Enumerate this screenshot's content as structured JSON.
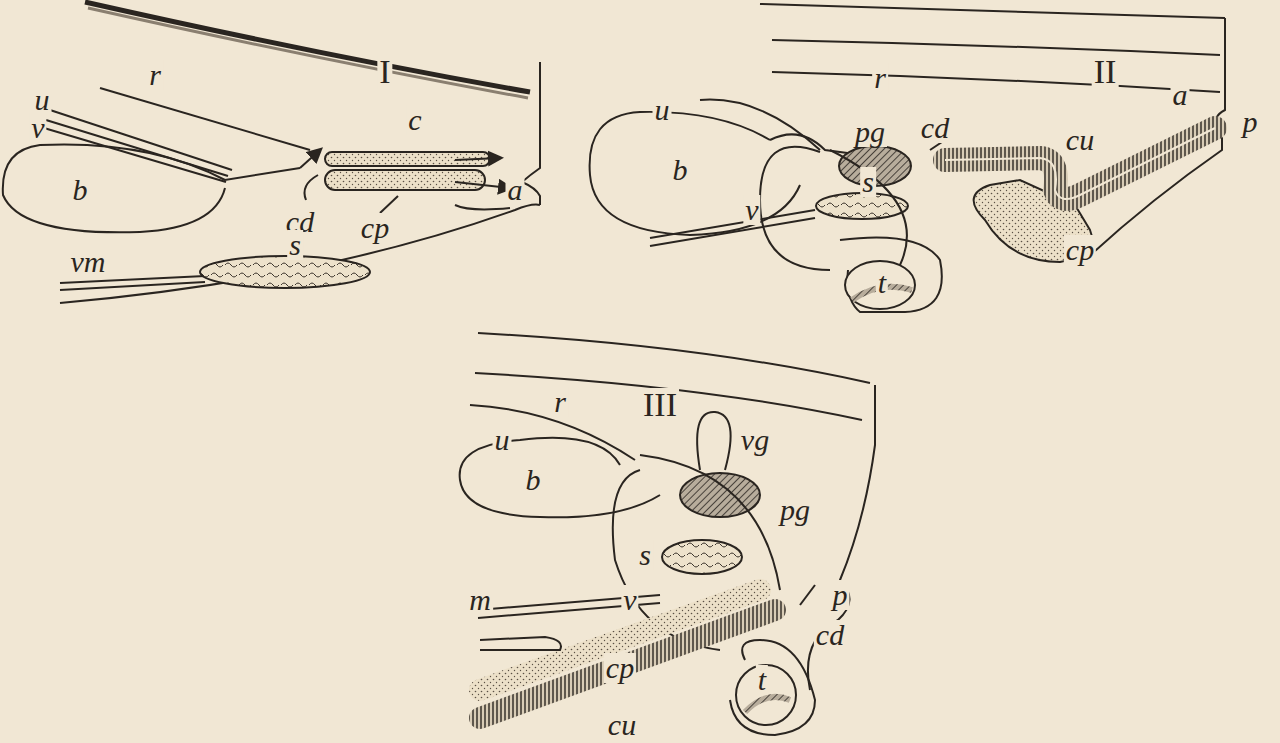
{
  "diagram": {
    "labels": [
      "I",
      "u",
      "r",
      "v",
      "c",
      "a",
      "b",
      "cd",
      "cp",
      "vm",
      "s",
      "II",
      "r",
      "a",
      "u",
      "pg",
      "cd",
      "cu",
      "p",
      "b",
      "v",
      "s",
      "cp",
      "t",
      "III",
      "r",
      "u",
      "vg",
      "b",
      "pg",
      "p",
      "s",
      "v",
      "cd",
      "m",
      "cp",
      "t",
      "cu"
    ]
  }
}
